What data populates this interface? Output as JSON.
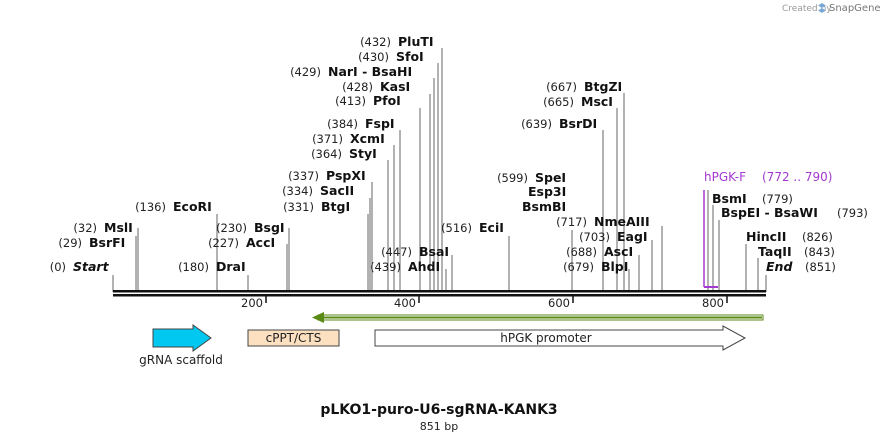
{
  "credit": {
    "created_by": "Created by",
    "brand": "SnapGene"
  },
  "map": {
    "name": "pLKO1-puro-U6-sgRNA-KANK3",
    "length_label": "851 bp",
    "length": 851,
    "ticks": [
      "200",
      "400",
      "600",
      "800"
    ],
    "sites": [
      {
        "pos": "(0)",
        "name": "Start",
        "italic": true
      },
      {
        "pos": "(29)",
        "name": "BsrFI"
      },
      {
        "pos": "(32)",
        "name": "MslI"
      },
      {
        "pos": "(136)",
        "name": "EcoRI"
      },
      {
        "pos": "(180)",
        "name": "DraI"
      },
      {
        "pos": "(227)",
        "name": "AccI"
      },
      {
        "pos": "(230)",
        "name": "BsgI"
      },
      {
        "pos": "(331)",
        "name": "BtgI"
      },
      {
        "pos": "(334)",
        "name": "SacII"
      },
      {
        "pos": "(337)",
        "name": "PspXI"
      },
      {
        "pos": "(364)",
        "name": "StyI"
      },
      {
        "pos": "(371)",
        "name": "XcmI"
      },
      {
        "pos": "(384)",
        "name": "FspI"
      },
      {
        "pos": "(413)",
        "name": "PfoI"
      },
      {
        "pos": "(428)",
        "name": "KasI"
      },
      {
        "pos": "(429)",
        "name": "NarI  -  BsaHI"
      },
      {
        "pos": "(430)",
        "name": "SfoI"
      },
      {
        "pos": "(432)",
        "name": "PluTI"
      },
      {
        "pos": "(439)",
        "name": "AhdI"
      },
      {
        "pos": "(447)",
        "name": "BsaI"
      },
      {
        "pos": "(516)",
        "name": "EciI"
      },
      {
        "pos": "(599)",
        "name": "SpeI"
      },
      {
        "pos": "",
        "name": "Esp3I"
      },
      {
        "pos": "",
        "name": "BsmBI"
      },
      {
        "pos": "(639)",
        "name": "BsrDI"
      },
      {
        "pos": "(665)",
        "name": "MscI"
      },
      {
        "pos": "(667)",
        "name": "BtgZI"
      },
      {
        "pos": "(679)",
        "name": "BlpI"
      },
      {
        "pos": "(688)",
        "name": "AscI"
      },
      {
        "pos": "(703)",
        "name": "EagI"
      },
      {
        "pos": "(717)",
        "name": "NmeAIII"
      },
      {
        "pos": "(779)",
        "name": "BsmI"
      },
      {
        "pos": "(793)",
        "name": "BspEI  -  BsaWI"
      },
      {
        "pos": "(826)",
        "name": "HincII"
      },
      {
        "pos": "(843)",
        "name": "TaqII"
      },
      {
        "pos": "(851)",
        "name": "End",
        "italic": true
      }
    ],
    "primer": {
      "name": "hPGK-F",
      "range": "(772 .. 790)"
    },
    "features": [
      {
        "name": "gRNA scaffold",
        "color": "#00c8f0"
      },
      {
        "name": "cPPT/CTS",
        "color": "#fde0c0"
      },
      {
        "name": "hPGK promoter",
        "color": "#ffffff"
      }
    ],
    "colors": {
      "primer": "#a23ad0",
      "arrow_green": "#5a8a14"
    }
  }
}
